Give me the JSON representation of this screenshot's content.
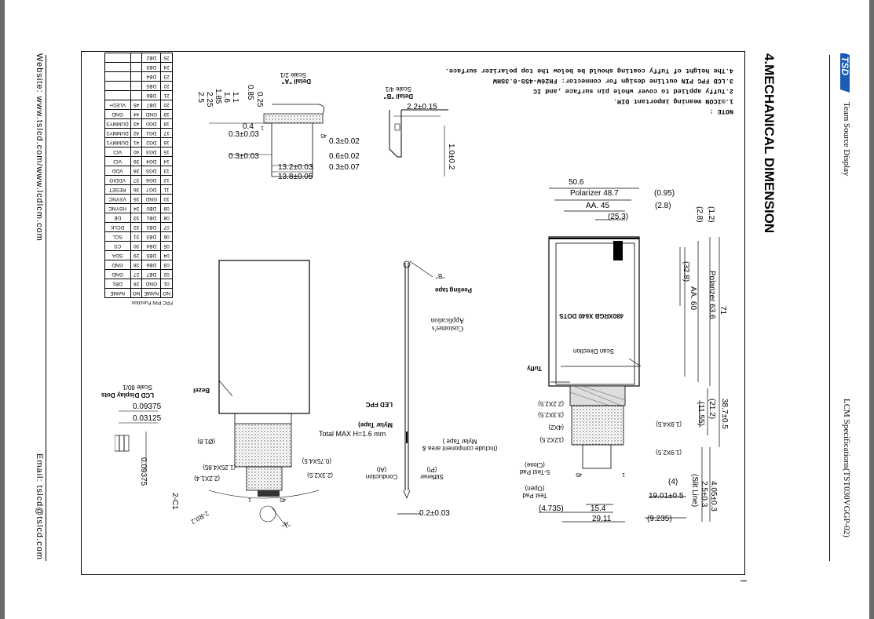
{
  "header": {
    "brand_logo_text": "TSD",
    "company": "Team Source Display",
    "spec_title": "LCM Specifications(TST030VGGP-02)"
  },
  "section": {
    "title": "4.MECHANICAL DIMENSION"
  },
  "notes": {
    "heading": "NOTE :",
    "lines": [
      "1.◎ICON meaning important DIM.",
      "2.Tuffy applied to cover whole pin surface ,and IC",
      "3.LCD FPC PIN outline design for connector: FH26W-45S-0.3SHW",
      "4.The height of Tuffy coating should be below the top polarizer surface."
    ]
  },
  "footer": {
    "website": "Website:  www.tslcd.com/www.lcdlcm.com",
    "email": "Email:  tslcd@tslcd.com"
  },
  "fpc_table": {
    "caption": "FPC PIN Function:",
    "headers": [
      "NO",
      "NAME",
      "NO",
      "NAME"
    ],
    "rows": [
      [
        "01",
        "GND",
        "26",
        "DB1"
      ],
      [
        "02",
        "DB7",
        "27",
        "GND"
      ],
      [
        "03",
        "DB6",
        "28",
        "GND"
      ],
      [
        "04",
        "DB5",
        "29",
        "SDA"
      ],
      [
        "05",
        "DB4",
        "30",
        "CS"
      ],
      [
        "06",
        "DB3",
        "31",
        "SCL"
      ],
      [
        "07",
        "DB2",
        "32",
        "DCLK"
      ],
      [
        "08",
        "DB1",
        "33",
        "DE"
      ],
      [
        "09",
        "DB0",
        "34",
        "HSYNC"
      ],
      [
        "10",
        "GND",
        "35",
        "VSYNC"
      ],
      [
        "11",
        "DG7",
        "36",
        "RESET"
      ],
      [
        "12",
        "DG6",
        "37",
        "VDDIO"
      ],
      [
        "13",
        "DG5",
        "38",
        "VDD"
      ],
      [
        "14",
        "DG4",
        "39",
        "VCI"
      ],
      [
        "15",
        "DG3",
        "40",
        "VCI"
      ],
      [
        "16",
        "DG2",
        "41",
        "DUMMY1"
      ],
      [
        "17",
        "DG1",
        "42",
        "DUMMY2"
      ],
      [
        "18",
        "DG0",
        "43",
        "DUMMY3"
      ],
      [
        "19",
        "GND",
        "44",
        "GND"
      ],
      [
        "20",
        "DB7",
        "45",
        "VLED+"
      ],
      [
        "21",
        "DB6",
        "",
        ""
      ],
      [
        "22",
        "DB5",
        "",
        ""
      ],
      [
        "23",
        "DB4",
        "",
        ""
      ],
      [
        "24",
        "DB3",
        "",
        ""
      ],
      [
        "25",
        "DB2",
        "",
        ""
      ]
    ]
  },
  "main_view": {
    "labels": {
      "polarizer_w": "Polarizer 48.7",
      "overall_w": "50.6",
      "aa_w": "AA. 45",
      "dim_253": "(25.3)",
      "dim_095": "(0.95)",
      "dim_28a": "(2.8)",
      "dim_28b": "(2.8)",
      "dim_12": "(1.2)",
      "polarizer_h": "Polarizer 63.6",
      "overall_h": "71",
      "aa_h": "AA. 60",
      "dim_328": "(32.8)",
      "dots": "480XRGB X640 DOTS",
      "scan_dir": "Scan Direction",
      "tuffy": "Tuffy",
      "dim_387": "38.7±0.5",
      "dim_212": "(21.2)",
      "dim_1155": "(11.55)",
      "dim_405": "4.05±0.3",
      "dim_25": "2.5±0.3",
      "slit_line": "(Slit Line)",
      "dim_4": "(4)",
      "dim_1901": "19.01±0.5",
      "dim_4735": "(4.735)",
      "dim_154": "15.4",
      "dim_2911": "29.11",
      "dim_9235": "(9.235)",
      "pads": [
        "(2.2X2.5)",
        "(3.3X2.5)",
        "(4X2)",
        "(12X2.5)",
        "(1.9X4.5)",
        "(1.9X2.5)"
      ],
      "test_pad_open": "Test Pad (Open)",
      "test_pad_close": "5-Test Pad (Close)",
      "num_45": "45",
      "num_1": "1"
    }
  },
  "side_view": {
    "labels": {
      "peeling_tape": "Peeling tape",
      "customers_app": "Customer's Application",
      "led_fpc": "LED FPC",
      "mylar_tape": "Mylar Tape)",
      "total_max": "Total MAX H=1.6 mm",
      "include": "(Include component area & Mylar Tape )",
      "stiffener": "Stiffener (PI)",
      "conduction": "Conduction (Al)",
      "dim_02": "0.2±0.03",
      "detail_b_ref": "\"B\""
    }
  },
  "detail_b": {
    "title": "Detail \"B\"",
    "scale": "Scale 4/1",
    "dim_22": "2.2±0.15",
    "dim_10": "1.0±0.2"
  },
  "detail_a": {
    "title": "Detail \"A\"",
    "scale": "Scale 2/1",
    "vert_dims": [
      "2.5",
      "2.25",
      "1.85",
      "1.6",
      "1.1",
      "0.85",
      "0.25"
    ],
    "pitch": "0.3±0.03",
    "dim_04": "0.4",
    "dim_45": "45",
    "dim_1": "1",
    "right_dims": [
      "0.3±0.02",
      "0.6±0.02",
      "0.3±0.07"
    ],
    "left_dim": "0.3±0.03",
    "w_132": "13.2±0.03",
    "w_138": "13.8±0.05"
  },
  "bezel_view": {
    "bezel": "Bezel",
    "holes": [
      "(Ø1.8)",
      "(1.25X4.85)",
      "(2.2X1.4)",
      "(0.75X4.5)",
      "(2.3X2.5)"
    ],
    "num_45": "45",
    "num_1": "1",
    "a_ref": "\"A\"",
    "r02": "2-R0.2",
    "c1": "2-C1"
  },
  "dots_detail": {
    "title": "LCD Display Dots",
    "scale": "Scale 80/1",
    "d1": "0.09375",
    "d2": "0.03125",
    "d3": "0.09375"
  }
}
